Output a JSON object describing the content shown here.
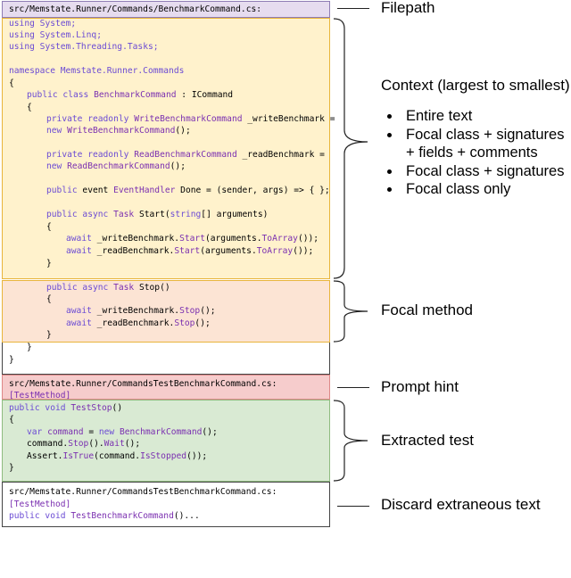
{
  "labels": {
    "filepath": "Filepath",
    "context": "Context (largest to smallest)",
    "focal_method": "Focal method",
    "prompt_hint": "Prompt hint",
    "extracted_test": "Extracted test",
    "discard": "Discard extraneous text"
  },
  "context_options": [
    {
      "text": "Entire text",
      "bullet": true
    },
    {
      "text": "Focal class + signatures",
      "bullet": true
    },
    {
      "text": "+ fields + comments",
      "bullet": false
    },
    {
      "text": "Focal class + signatures",
      "bullet": true
    },
    {
      "text": "Focal class only",
      "bullet": true
    }
  ],
  "code": {
    "filepath": "src/Memstate.Runner/Commands/BenchmarkCommand.cs:",
    "using1_kw": "using",
    "using1_ns": "System;",
    "using2_kw": "using",
    "using2_ns": "System.Linq;",
    "using3_kw": "using",
    "using3_ns": "System.Threading.Tasks;",
    "ns_kw": "namespace",
    "ns_name": "Memstate.Runner.Commands",
    "brace_open": "{",
    "class_mod": "public class",
    "class_name": "BenchmarkCommand",
    "class_rest": " : ICommand",
    "class_brace": "{",
    "f1_mod": "private readonly",
    "f1_type": "WriteBenchmarkCommand",
    "f1_rest": " _writeBenchmark =",
    "f1_new": "new",
    "f1_ctor": "WriteBenchmarkCommand",
    "f1_end": "();",
    "f2_mod": "private readonly",
    "f2_type": "ReadBenchmarkCommand",
    "f2_rest": " _readBenchmark =",
    "f2_new": "new",
    "f2_ctor": "ReadBenchmarkCommand",
    "f2_end": "();",
    "ev_mod": "public",
    "ev_text": " event ",
    "ev_type": "EventHandler",
    "ev_rest": " Done = (sender, args) => { };",
    "start_mod": "public async",
    "start_type": "Task",
    "start_name": " Start(",
    "start_argtype": "string",
    "start_rest": "[] arguments)",
    "start_brace": "{",
    "aw1_kw": "await",
    "aw1_a": " _writeBenchmark.",
    "aw1_m": "Start",
    "aw1_b": "(arguments.",
    "aw1_c": "ToArray",
    "aw1_d": "());",
    "aw2_kw": "await",
    "aw2_a": " _readBenchmark.",
    "aw2_m": "Start",
    "aw2_b": "(arguments.",
    "aw2_c": "ToArray",
    "aw2_d": "());",
    "start_close": "}",
    "stop_mod": "public async",
    "stop_type": "Task",
    "stop_name": " Stop()",
    "stop_brace": "{",
    "aw3_kw": "await",
    "aw3_a": " _writeBenchmark.",
    "aw3_m": "Stop",
    "aw3_b": "();",
    "aw4_kw": "await",
    "aw4_a": " _readBenchmark.",
    "aw4_m": "Stop",
    "aw4_b": "();",
    "stop_close": "}",
    "class_close": "}",
    "ns_close": "}",
    "test_path": "src/Memstate.Runner/CommandsTestBenchmarkCommand.cs:",
    "test_attr": "[TestMethod]",
    "test_sig_mod": "public void",
    "test_sig_name": "TestStop",
    "test_sig_end": "()",
    "t_brace": "{",
    "t1_kw": "var",
    "t1_name": " command",
    "t1_eq": " = ",
    "t1_new": "new",
    "t1_type": " BenchmarkCommand",
    "t1_end": "();",
    "t2_a": "command.",
    "t2_m1": "Stop",
    "t2_b": "().",
    "t2_m2": "Wait",
    "t2_c": "();",
    "t3_a": "Assert.",
    "t3_m": "IsTrue",
    "t3_b": "(command.",
    "t3_m2": "IsStopped",
    "t3_c": "());",
    "t_close": "}",
    "d_path": "src/Memstate.Runner/CommandsTestBenchmarkCommand.cs:",
    "d_attr": "[TestMethod]",
    "d_sig_mod": "public void",
    "d_sig_name": "TestBenchmarkCommand",
    "d_sig_end": "()..."
  }
}
